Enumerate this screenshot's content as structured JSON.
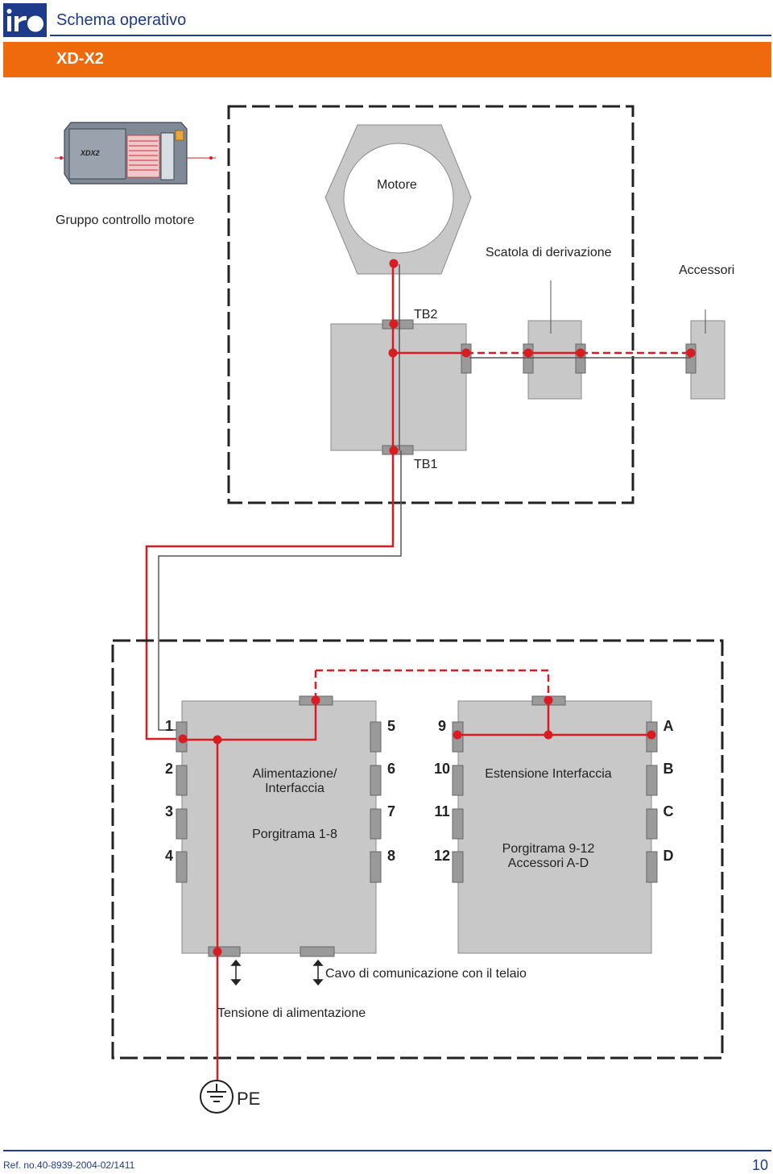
{
  "header": {
    "title": "Schema operativo",
    "band_title": "XD-X2"
  },
  "logo": {
    "text": "iro"
  },
  "device_picture": {
    "label": "XDX2"
  },
  "labels": {
    "gruppo": "Gruppo controllo motore",
    "motore": "Motore",
    "scatola": "Scatola di derivazione",
    "accessori": "Accessori",
    "tb2": "TB2",
    "tb1": "TB1",
    "alimentazione_1": "Alimentazione/",
    "alimentazione_2": "Interfaccia",
    "porgitrama_1_8": "Porgitrama 1-8",
    "estensione": "Estensione Interfaccia",
    "porgitrama_9_12": "Porgitrama 9-12",
    "accessori_a_d": "Accessori A-D",
    "cavo": "Cavo di comunicazione con il telaio",
    "tensione": "Tensione di alimentazione",
    "pe": "PE"
  },
  "terminals": {
    "left": [
      "1",
      "2",
      "3",
      "4"
    ],
    "middle_left": [
      "5",
      "6",
      "7",
      "8"
    ],
    "middle_right": [
      "9",
      "10",
      "11",
      "12"
    ],
    "right": [
      "A",
      "B",
      "C",
      "D"
    ]
  },
  "footer": {
    "ref": "Ref. no.40-8939-2004-02/1411",
    "page": "10"
  },
  "colors": {
    "accent_orange": "#ee6a0c",
    "brand_blue": "#1e3a8a",
    "wire_red": "#d91b22",
    "box_grey": "#c8c8c8"
  }
}
